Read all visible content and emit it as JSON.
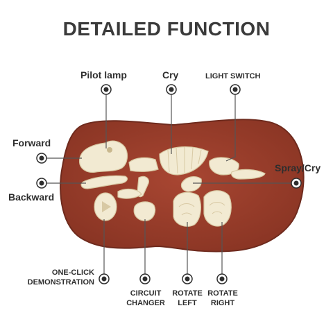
{
  "title": "DETAILED FUNCTION",
  "labels": {
    "pilot_lamp": "Pilot lamp",
    "cry": "Cry",
    "light_switch": "LIGHT SWITCH",
    "forward": "Forward",
    "spray_cry": "Spray/Cry",
    "backward": "Backward",
    "one_click_line1": "ONE-CLICK",
    "one_click_line2": "DEMONSTRATION",
    "circuit_line1": "CIRCUIT",
    "circuit_line2": "CHANGER",
    "rotate_left_line1": "ROTATE",
    "rotate_left_line2": "LEFT",
    "rotate_right_line1": "ROTATE",
    "rotate_right_line2": "RIGHT"
  },
  "colors": {
    "panel": "#9c3f2c",
    "panel_edge": "#6e2a1d",
    "bone": "#f2ead2",
    "bone_edge": "#d8c9a4",
    "text": "#2e2e2e",
    "line": "#555555"
  }
}
